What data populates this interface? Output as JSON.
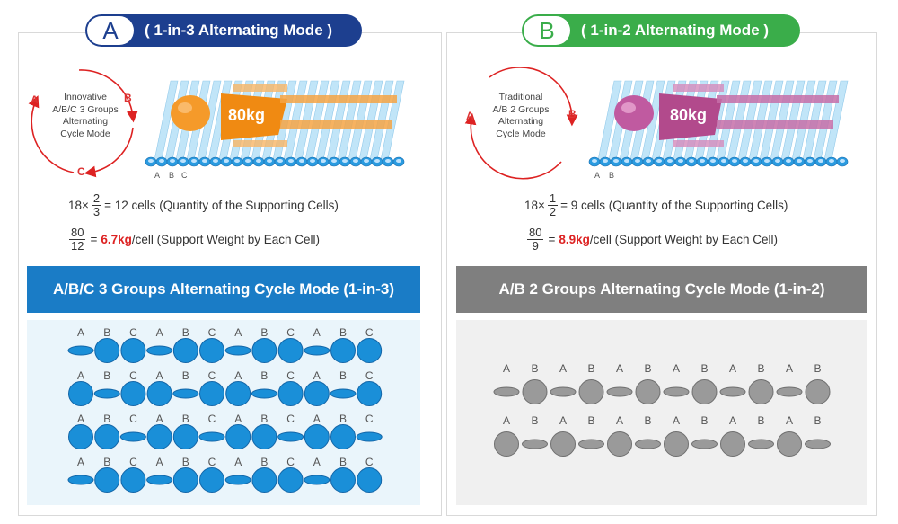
{
  "panel_a": {
    "badge": "A",
    "title": "( 1-in-3 Alternating Mode )",
    "cycle_text": [
      "Innovative",
      "A/B/C 3 Groups",
      "Alternating",
      "Cycle Mode"
    ],
    "cycle_labels": [
      "A",
      "B",
      "C"
    ],
    "weight": "80kg",
    "art_labels": [
      "A",
      "B",
      "C"
    ],
    "formula1": {
      "pre": "18×",
      "num": "2",
      "den": "3",
      "post": "= 12 cells (Quantity of the Supporting Cells)"
    },
    "formula2": {
      "num": "80",
      "den": "12",
      "eq": "=",
      "value": "6.7kg",
      "post": "/cell (Support Weight by Each Cell)"
    },
    "bar_title": "A/B/C 3 Groups Alternating Cycle Mode (1-in-3)",
    "grid_labels": [
      "A",
      "B",
      "C",
      "A",
      "B",
      "C",
      "A",
      "B",
      "C",
      "A",
      "B",
      "C"
    ],
    "grid_rows": [
      [
        "s",
        "b",
        "b",
        "s",
        "b",
        "b",
        "s",
        "b",
        "b",
        "s",
        "b",
        "b"
      ],
      [
        "b",
        "s",
        "b",
        "b",
        "s",
        "b",
        "b",
        "s",
        "b",
        "b",
        "s",
        "b"
      ],
      [
        "b",
        "b",
        "s",
        "b",
        "b",
        "s",
        "b",
        "b",
        "s",
        "b",
        "b",
        "s"
      ],
      [
        "s",
        "b",
        "b",
        "s",
        "b",
        "b",
        "s",
        "b",
        "b",
        "s",
        "b",
        "b"
      ]
    ]
  },
  "panel_b": {
    "badge": "B",
    "title": "( 1-in-2 Alternating Mode )",
    "cycle_text": [
      "Traditional",
      "A/B 2 Groups",
      "Alternating",
      "Cycle Mode"
    ],
    "cycle_labels": [
      "A",
      "B"
    ],
    "weight": "80kg",
    "art_labels": [
      "A",
      "B"
    ],
    "formula1": {
      "pre": "18×",
      "num": "1",
      "den": "2",
      "post": "= 9 cells (Quantity of the Supporting Cells)"
    },
    "formula2": {
      "num": "80",
      "den": "9",
      "eq": "=",
      "value": "8.9kg",
      "post": "/cell (Support Weight by Each Cell)"
    },
    "bar_title": "A/B 2 Groups Alternating Cycle Mode (1-in-2)",
    "grid_labels": [
      "A",
      "B",
      "A",
      "B",
      "A",
      "B",
      "A",
      "B",
      "A",
      "B",
      "A",
      "B"
    ],
    "grid_rows": [
      [
        "s",
        "b",
        "s",
        "b",
        "s",
        "b",
        "s",
        "b",
        "s",
        "b",
        "s",
        "b"
      ],
      [
        "b",
        "s",
        "b",
        "s",
        "b",
        "s",
        "b",
        "s",
        "b",
        "s",
        "b",
        "s"
      ]
    ]
  },
  "colors": {
    "navy": "#1d3f8f",
    "green": "#3aad4a",
    "blue_cell": "#1a8fd8",
    "gray_cell": "#9a9a9a",
    "red": "#d22222",
    "orange": "#f08a12",
    "magenta": "#b24a8c"
  }
}
